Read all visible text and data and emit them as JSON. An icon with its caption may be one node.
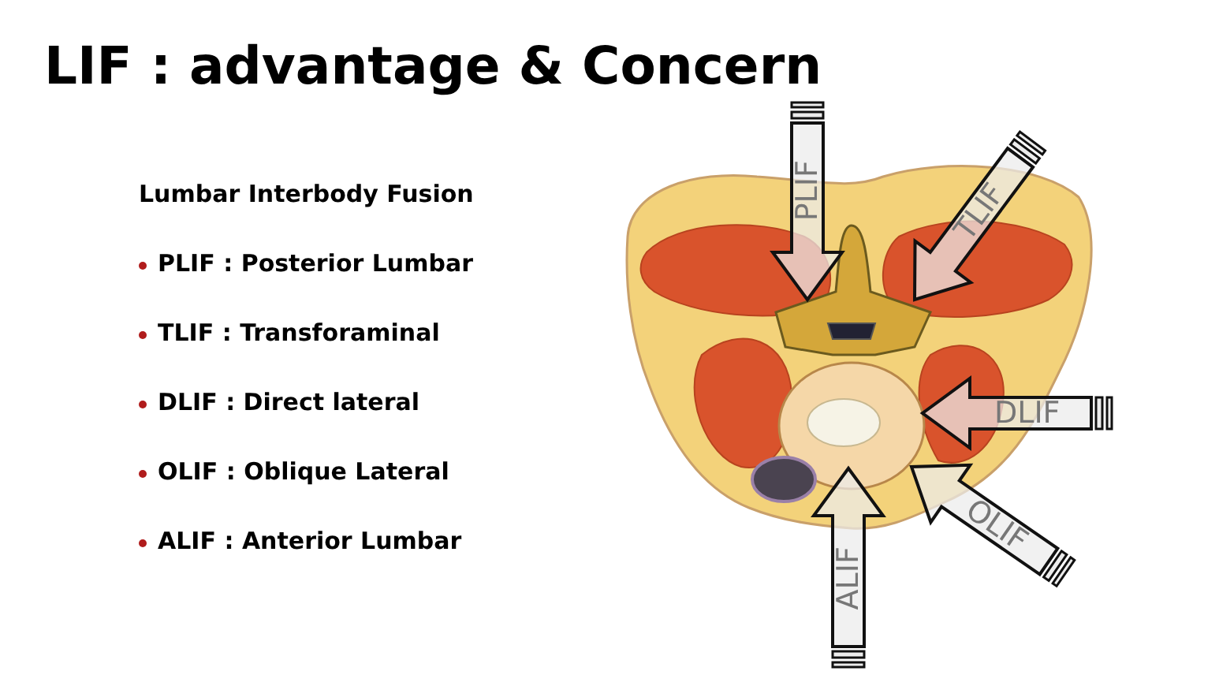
{
  "diagram": {
    "title": "LIF : advantage & Concern",
    "labels": [
      "Lumbar Interbody Fusion",
      "**PLIF** : Posterior Lumbar",
      "**TLIF** : Transforaminal",
      "**DLIF** : Direct lateral",
      "**OLIF** : Oblique Lateral",
      "**ALIF** : Anterior Lumbar",
      "PLIF",
      "TLIF",
      "DLIF",
      "OLIF",
      "ALIF"
    ]
  }
}
